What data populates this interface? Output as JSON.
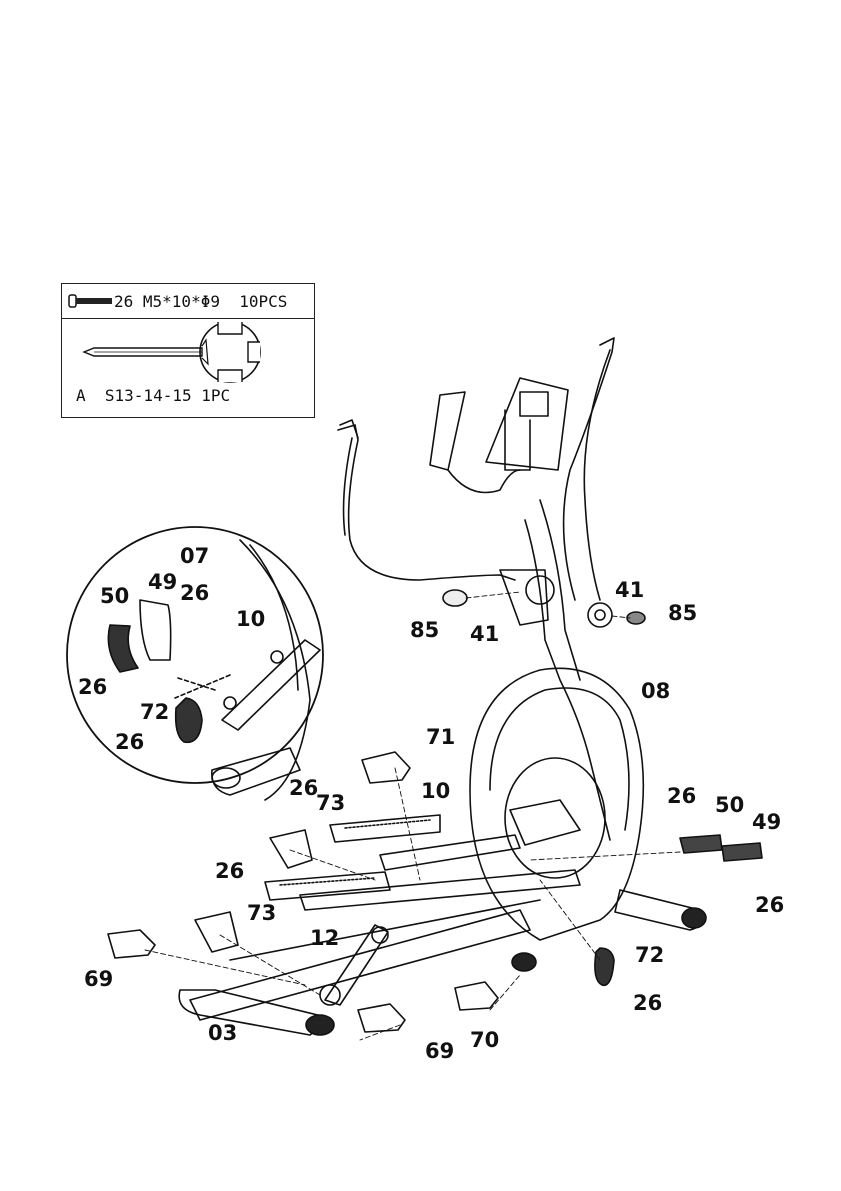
{
  "hardware_box": {
    "bolt_line": "26 M5*10*Φ9  10PCS",
    "wrench_line": "A  S13-14-15 1PC",
    "bolt_icon": "bolt-icon",
    "wrench_icon": "wrench-icon"
  },
  "callouts": [
    {
      "id": "c07",
      "text": "07"
    },
    {
      "id": "c49a",
      "text": "49"
    },
    {
      "id": "c50a",
      "text": "50"
    },
    {
      "id": "c26a",
      "text": "26"
    },
    {
      "id": "c10a",
      "text": "10"
    },
    {
      "id": "c26b",
      "text": "26"
    },
    {
      "id": "c72a",
      "text": "72"
    },
    {
      "id": "c26c",
      "text": "26"
    },
    {
      "id": "c85a",
      "text": "85"
    },
    {
      "id": "c41a",
      "text": "41"
    },
    {
      "id": "c41b",
      "text": "41"
    },
    {
      "id": "c85b",
      "text": "85"
    },
    {
      "id": "c08",
      "text": "08"
    },
    {
      "id": "c71",
      "text": "71"
    },
    {
      "id": "c10b",
      "text": "10"
    },
    {
      "id": "c26d",
      "text": "26"
    },
    {
      "id": "c73a",
      "text": "73"
    },
    {
      "id": "c26e",
      "text": "26"
    },
    {
      "id": "c50b",
      "text": "50"
    },
    {
      "id": "c49b",
      "text": "49"
    },
    {
      "id": "c26f",
      "text": "26"
    },
    {
      "id": "c26g",
      "text": "26"
    },
    {
      "id": "c73b",
      "text": "73"
    },
    {
      "id": "c12",
      "text": "12"
    },
    {
      "id": "c69a",
      "text": "69"
    },
    {
      "id": "c72b",
      "text": "72"
    },
    {
      "id": "c26h",
      "text": "26"
    },
    {
      "id": "c03",
      "text": "03"
    },
    {
      "id": "c69b",
      "text": "69"
    },
    {
      "id": "c70",
      "text": "70"
    }
  ]
}
